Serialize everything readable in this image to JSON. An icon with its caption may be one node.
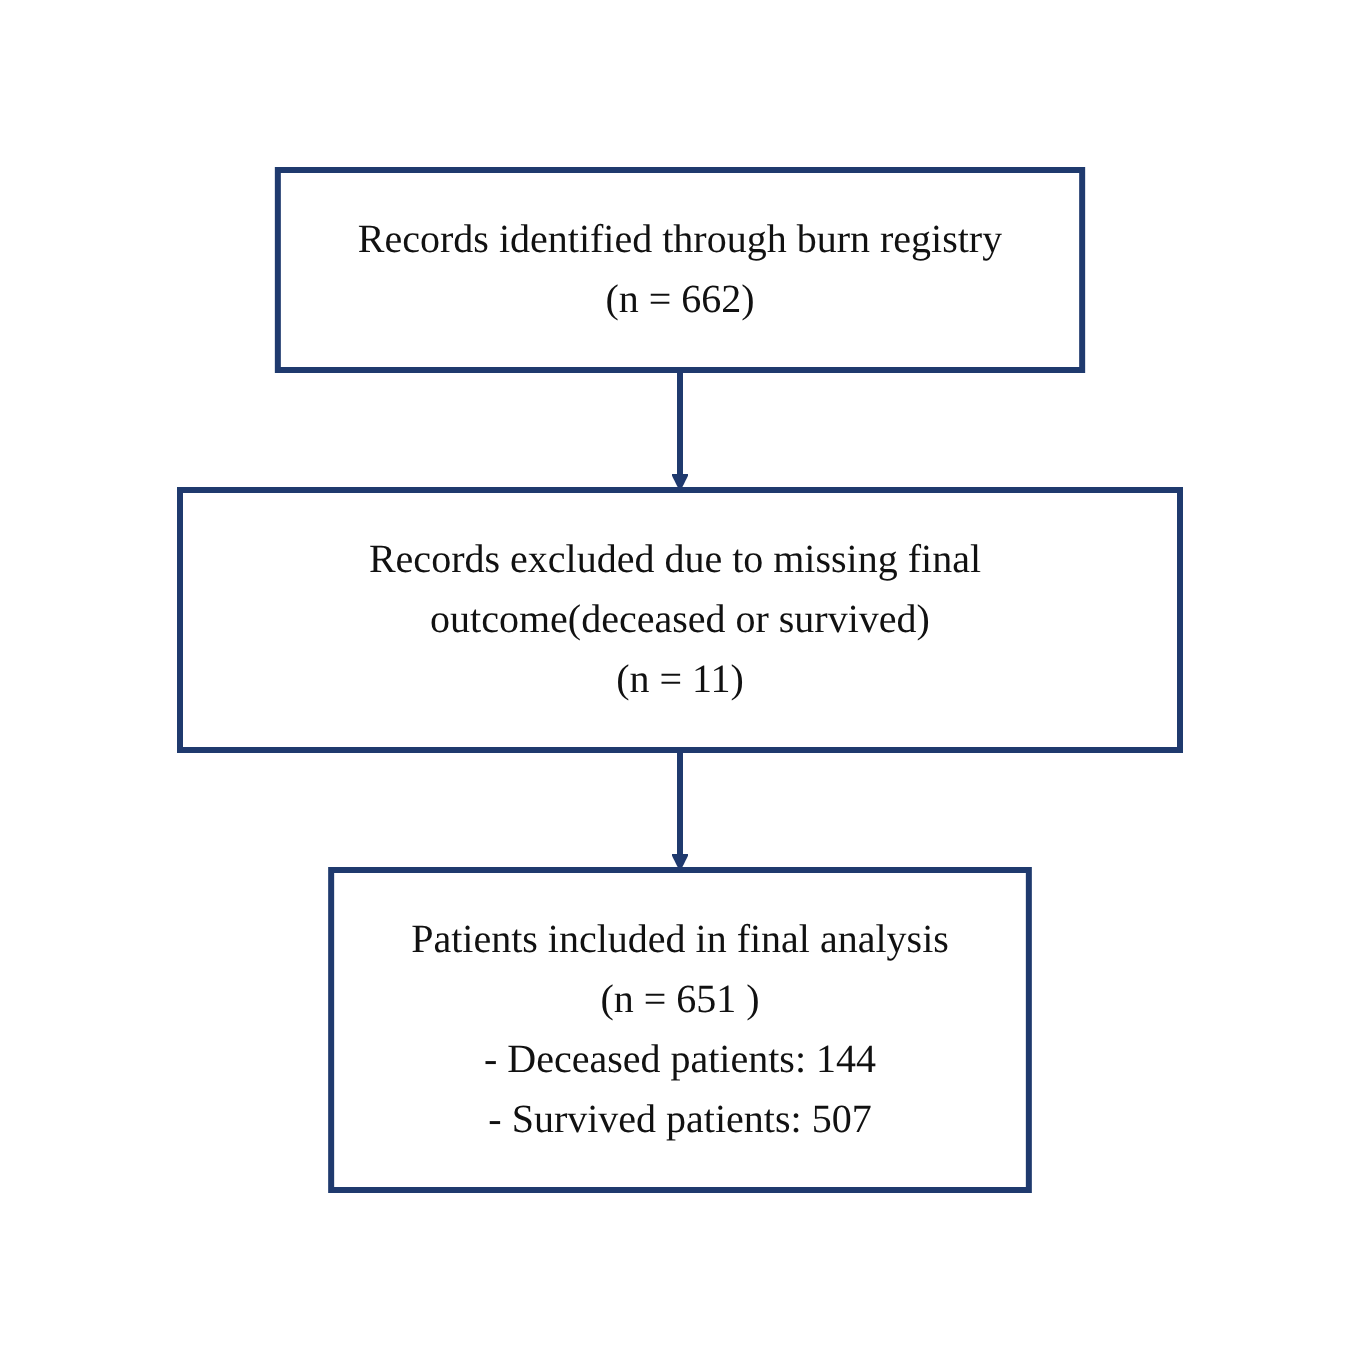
{
  "diagram": {
    "nodes": [
      {
        "text": [
          "Records identified through burn registry",
          "(n = 662)"
        ]
      },
      {
        "text": [
          "Records excluded due to missing final outcome(deceased or survived)",
          "(n = 11)"
        ]
      },
      {
        "text": [
          "Patients included in final analysis",
          "(n = 651 )",
          "- Deceased patients: 144",
          "- Survived patients: 507"
        ]
      }
    ],
    "edges": [
      {
        "from": 0,
        "to": 1,
        "arrow": "to"
      },
      {
        "from": 1,
        "to": 2,
        "arrow": "to"
      }
    ]
  }
}
